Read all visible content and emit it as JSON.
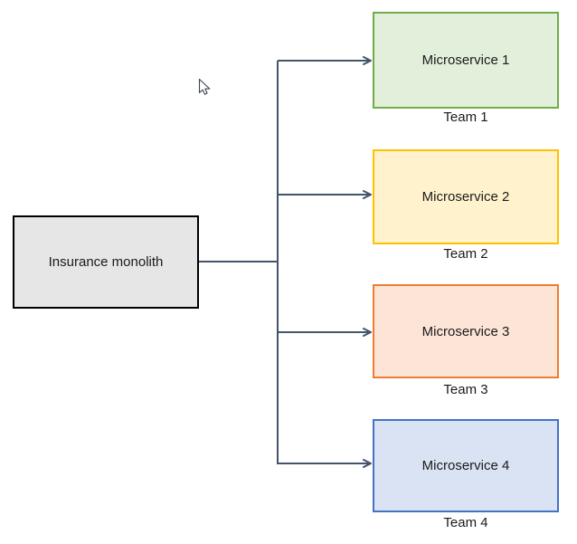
{
  "diagram": {
    "monolith": {
      "label": "Insurance monolith",
      "fill": "#e6e6e6",
      "border": "#000000"
    },
    "services": [
      {
        "label": "Microservice 1",
        "team": "Team 1",
        "fill": "#e2efda",
        "border": "#70ad47"
      },
      {
        "label": "Microservice 2",
        "team": "Team 2",
        "fill": "#fff2cc",
        "border": "#ffc000"
      },
      {
        "label": "Microservice 3",
        "team": "Team 3",
        "fill": "#fce4d6",
        "border": "#ed7d31"
      },
      {
        "label": "Microservice 4",
        "team": "Team 4",
        "fill": "#dae3f3",
        "border": "#4472c4"
      }
    ],
    "connector_color": "#44546a",
    "cursor_icon": "mouse-pointer"
  }
}
